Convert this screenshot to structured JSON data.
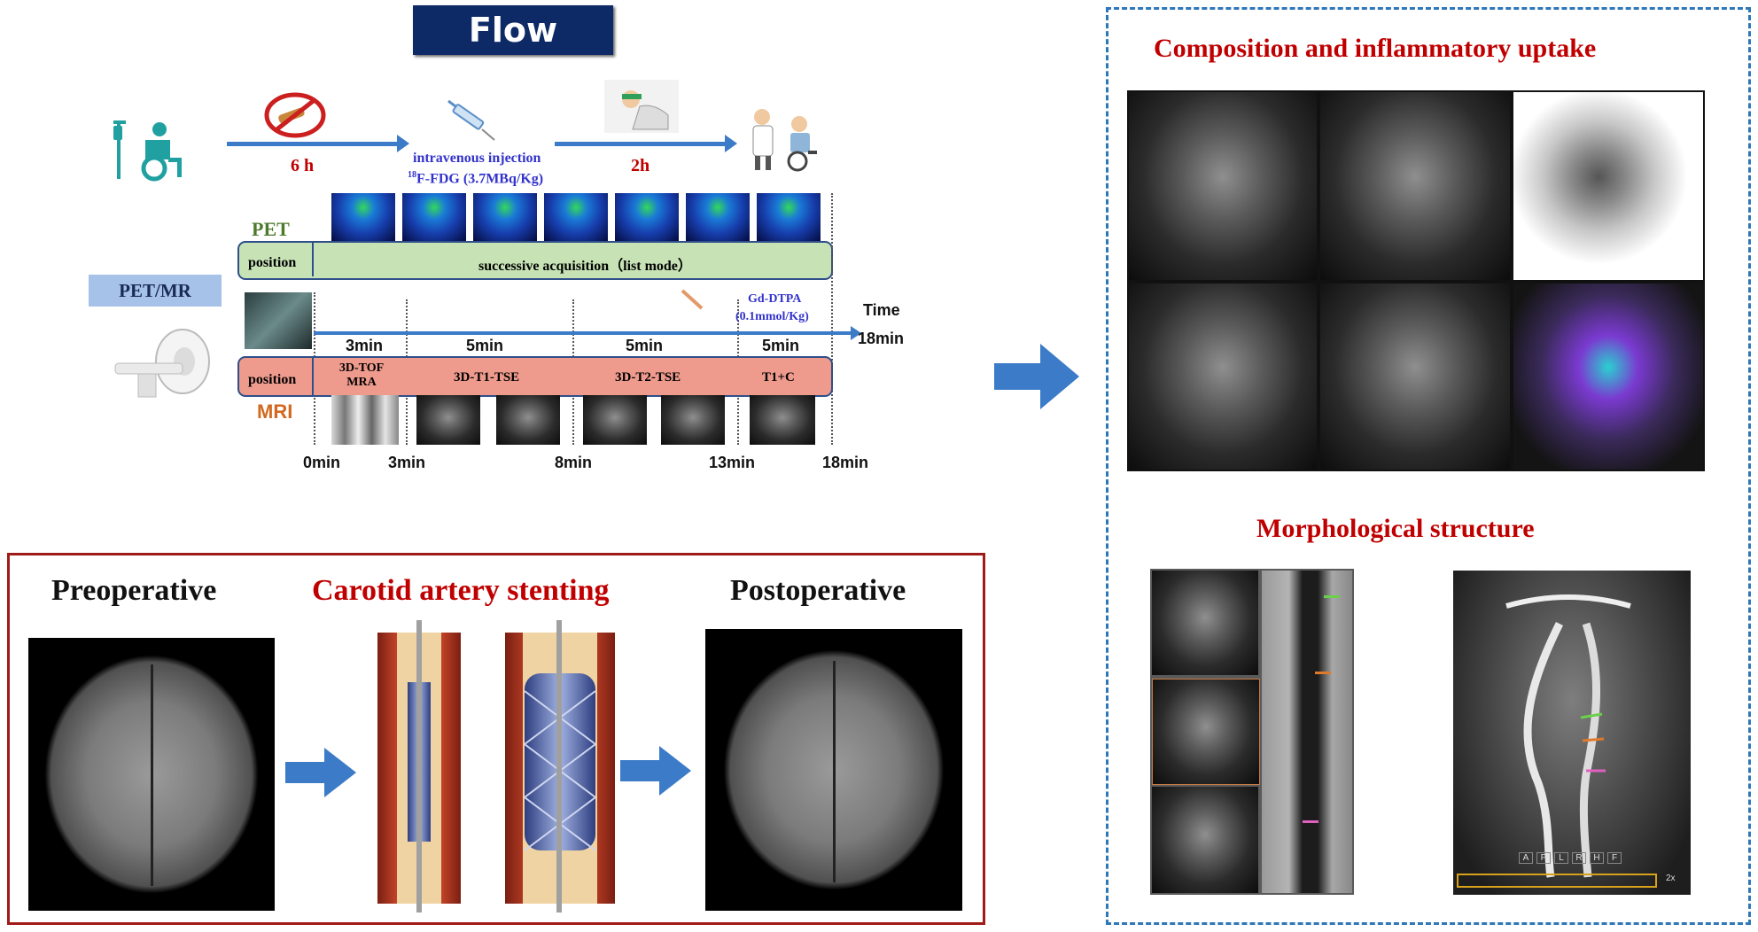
{
  "flow_chart": {
    "title": "Flow Chart",
    "timeline_top": {
      "step1_duration": "6 h",
      "injection_line1": "intravenous injection",
      "injection_line2_sup": "18",
      "injection_line2": "F-FDG (3.7MBq/Kg)",
      "step2_duration": "2h"
    },
    "pet": {
      "label": "PET",
      "position_label": "position",
      "acquisition_text": "successive acquisition（list mode）"
    },
    "modality_label": "PET/MR",
    "contrast": {
      "line1": "Gd-DTPA",
      "line2": "(0.1mmol/Kg)"
    },
    "time_axis": {
      "label": "Time",
      "end_label": "18min"
    },
    "segment_durations": [
      "3min",
      "5min",
      "5min",
      "5min"
    ],
    "mri": {
      "label": "MRI",
      "position_label": "position",
      "sequences": [
        "3D-TOF\nMRA",
        "3D-T1-TSE",
        "3D-T2-TSE",
        "T1+C"
      ]
    },
    "time_ticks": [
      "0min",
      "3min",
      "8min",
      "13min",
      "18min"
    ]
  },
  "right_panel": {
    "top_title": "Composition and inflammatory uptake",
    "bottom_title": "Morphological structure",
    "tof_nav_buttons": [
      "A",
      "P",
      "L",
      "R",
      "H",
      "F"
    ],
    "tof_zoom": "2x"
  },
  "stenting": {
    "pre_label": "Preoperative",
    "procedure_label": "Carotid artery stenting",
    "post_label": "Postoperative"
  },
  "colors": {
    "navy": "#0e2a66",
    "arrow_blue": "#3b7bc7",
    "dark_red": "#c00000",
    "green_bar": "#c7e3b5",
    "red_bar": "#ee9a8c",
    "pet_mr_box": "#a6c2e8",
    "dashed_border": "#2e77b8"
  }
}
